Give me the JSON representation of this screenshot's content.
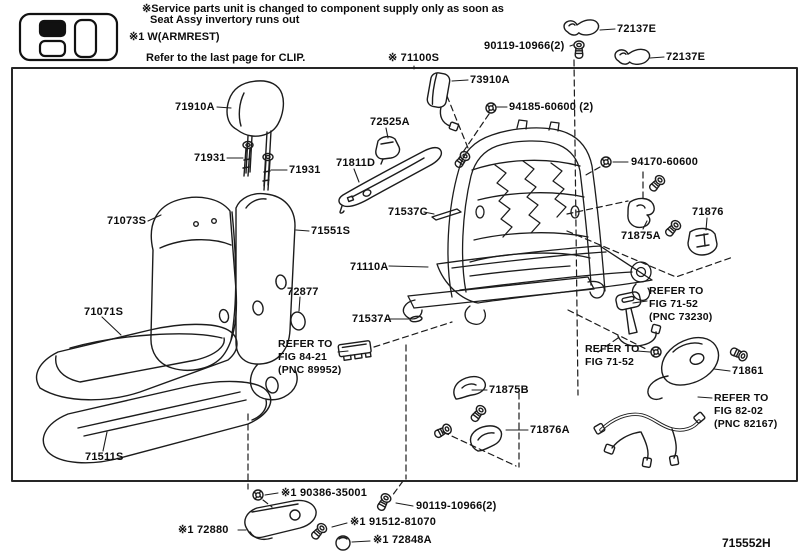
{
  "notes": {
    "service_line1": "※Service parts unit is changed to component supply only as soon as",
    "service_line2": "Seat Assy invertory runs out",
    "armrest": "※1 W(ARMREST)",
    "clip": "Refer to the last page for CLIP."
  },
  "page_code": "715552H",
  "labels": {
    "assy_71100S": "※ 71100S",
    "clip_72137E_upper": "72137E",
    "clip_72137E_lower": "72137E",
    "screw_90119_top": "90119-10966(2)",
    "airbag_73910A": "73910A",
    "nut_94185": "94185-60600 (2)",
    "headrest_71910A": "71910A",
    "bracket_72525A": "72525A",
    "support_71931_left": "71931",
    "support_71931_right": "71931",
    "shield_71811D": "71811D",
    "screw_94170": "94170-60600",
    "strip_71537C": "71537C",
    "bracket_71876": "71876",
    "bracket_71875A": "71875A",
    "pad_71073S": "71073S",
    "board_71551S": "71551S",
    "frame_71110A": "71110A",
    "plug_72877": "72877",
    "cushion_71071S": "71071S",
    "clip_71537A": "71537A",
    "cover_71861": "71861",
    "bracket_71875B": "71875B",
    "bracket_71876A": "71876A",
    "cushion_71511S": "71511S",
    "nut_90386": "※1 90386-35001",
    "screw_90119_bottom": "90119-10966(2)",
    "armrest_72880": "※1 72880",
    "screw_91512": "※1 91512-81070",
    "cap_72848A": "※1 72848A"
  },
  "refs": {
    "fig7152_buckle": "REFER TO\nFIG 71-52\n(PNC 73230)",
    "fig7152_nut": "REFER TO\nFIG 71-52",
    "fig8421": "REFER TO\nFIG 84-21\n(PNC 89952)",
    "fig8202": "REFER TO\nFIG 82-02\n(PNC 82167)"
  }
}
